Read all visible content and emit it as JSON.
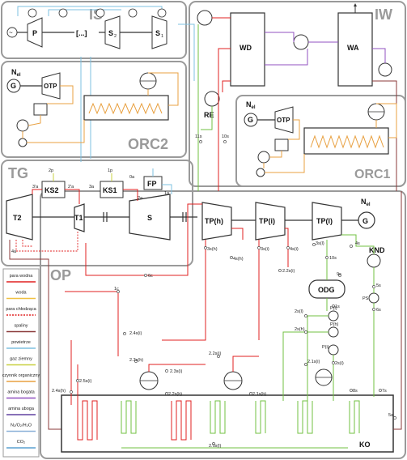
{
  "regions": {
    "is": "IS",
    "iw": "IW",
    "orc2": "ORC2",
    "orc1": "ORC1",
    "tg": "TG",
    "op": "OP"
  },
  "components": {
    "p": "P",
    "dots": "[...]",
    "s2": "S",
    "s2_sub": "2",
    "s1": "S",
    "s1_sub": "1",
    "wd": "WD",
    "wa": "WA",
    "re": "RE",
    "g": "G",
    "otp": "OTP",
    "nel": "N",
    "nel_sub": "el",
    "ks2": "KS2",
    "ks1": "KS1",
    "fp": "FP",
    "t2": "T2",
    "t1": "T1",
    "s": "S",
    "tph": "TP(h)",
    "tpi": "TP(i)",
    "tpl": "TP(l)",
    "knd": "KND",
    "odg": "ODG",
    "ko": "KO"
  },
  "points": {
    "p2p": "2p",
    "p1p": "1p",
    "p0a": "0a",
    "p1a": "1a",
    "p3ap": "3'a",
    "p2ap": "2'a",
    "p3a": "3a",
    "p2a": "2a",
    "p4a": "4a",
    "p11s": "11s",
    "p10s": "10s",
    "p3sh": "3s(h)",
    "p3si": "3s(i)",
    "p3sl": "3s(l)",
    "p4sh": "4s(h)",
    "p4si": "4s(i)",
    "p4s": "4s",
    "p10s2": "10s",
    "p22si": "2.2s(i)",
    "p6c": "6c",
    "p1c": "1c",
    "p9s": "9s",
    "p1s": "1s",
    "p5s": "5s",
    "p6s": "6s",
    "p2sl": "2s(l)",
    "p2sh": "2s(h)",
    "p2si": "2s(i)",
    "pl": "P(l)",
    "ph": "P(h)",
    "pi": "P(i)",
    "ps": "PS",
    "p24si": "2.4s(i)",
    "p23sh": "2.3s(h)",
    "p22si2": "2.2s(i)",
    "p23si": "2.3s(i)",
    "p25si": "2.5s(i)",
    "p24sh": "2.4s(h)",
    "p22sh": "2.2s(h)",
    "p21sh": "2.1s(h)",
    "p21si": "2.1s(i)",
    "p21sl": "2.1s(l)",
    "p8s": "8s",
    "p7s": "7s",
    "p5a": "5a"
  },
  "legend": [
    {
      "label": "para wodna",
      "color": "#e02020",
      "style": "solid"
    },
    {
      "label": "woda",
      "color": "#f0c040",
      "style": "solid"
    },
    {
      "label": "para chłodząca",
      "color": "#e02020",
      "style": "dotted"
    },
    {
      "label": "spaliny",
      "color": "#8b3a3a",
      "style": "solid"
    },
    {
      "label": "powietrze",
      "color": "#7ec0e0",
      "style": "solid"
    },
    {
      "label": "gaz ziemny",
      "color": "#c8d040",
      "style": "solid"
    },
    {
      "label": "czynnik organiczny",
      "color": "#e8a040",
      "style": "solid"
    },
    {
      "label": "amina bogata",
      "color": "#9050c0",
      "style": "solid"
    },
    {
      "label": "amina uboga",
      "color": "#6040a0",
      "style": "solid"
    },
    {
      "label": "N₂/O₂/H₂O",
      "color": "#8ab0d8",
      "style": "solid"
    },
    {
      "label": "CO₂",
      "color": "#5aa0d0",
      "style": "solid"
    }
  ],
  "colors": {
    "steam": "#e02020",
    "water": "#f0c040",
    "flue": "#8b3a3a",
    "air": "#7ec0e0",
    "gas": "#c8d040",
    "organic": "#e8a040",
    "amine_rich": "#9050c0",
    "amine_lean": "#6040a0",
    "green": "#70c040",
    "region_border": "#9a9a9a"
  }
}
